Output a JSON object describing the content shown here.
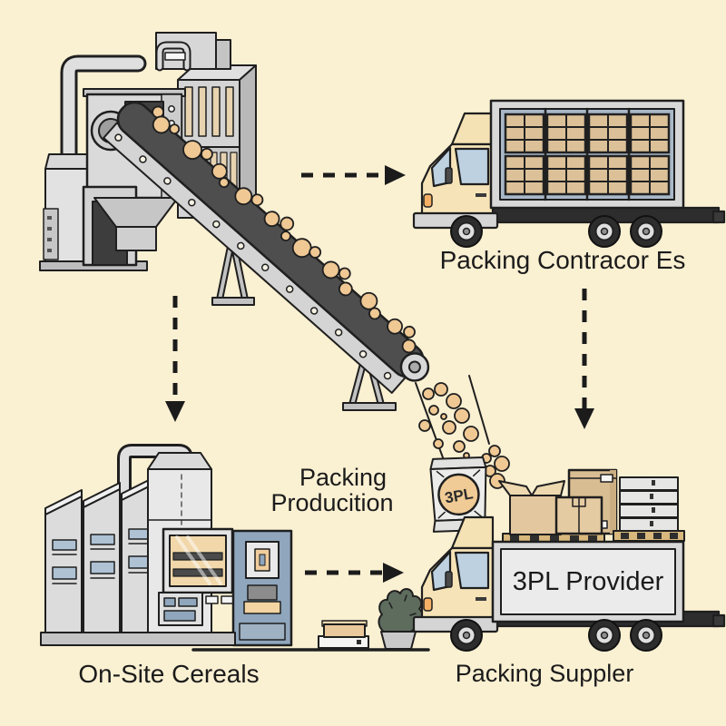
{
  "scene": {
    "type": "cereal packing supply-chain illustration",
    "background": "#FAF0D2"
  },
  "palette": {
    "outline": "#1f1f1f",
    "machine_gray": "#D6D6D6",
    "belt_dark": "#4E4E4E",
    "cereal_tan": "#EFC894",
    "truck_cab_cream": "#F6E4B8",
    "window_blue": "#BDD1E1",
    "cargo_blue_gray": "#A9B8C8",
    "crate_tan": "#DCC198",
    "cabinet_blue": "#8FA6BC",
    "label_ink": "#1b1b1b"
  },
  "nodes": {
    "production_machine": {
      "caption": {
        "line1": "Packing",
        "line2": "Producition"
      }
    },
    "contractor_truck": {
      "caption": "Packing Contracor Es"
    },
    "cereal_bag": {
      "label": "3PL"
    },
    "factory": {
      "caption": "On-Site Cereals"
    },
    "provider_truck": {
      "box_text": "3PL Provider",
      "caption": "Packing Suppler"
    }
  }
}
